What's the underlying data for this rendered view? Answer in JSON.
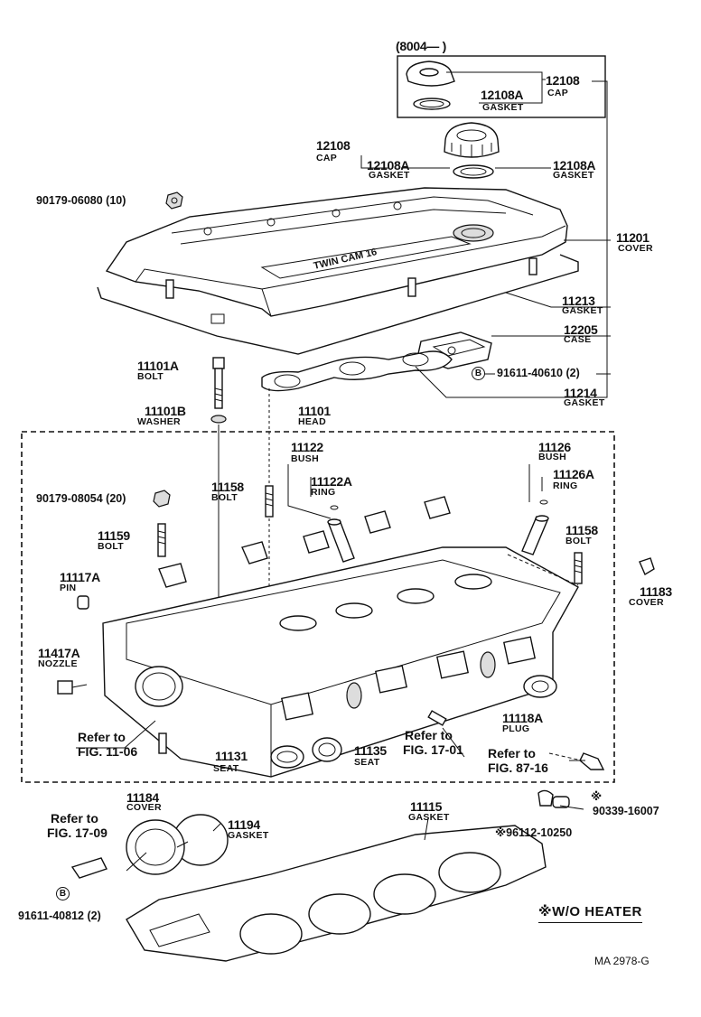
{
  "box_top": {
    "code": "(8004—      )"
  },
  "parts": {
    "p12108_top": {
      "no": "12108",
      "name": "CAP"
    },
    "p12108a_top": {
      "no": "12108A",
      "name": "GASKET"
    },
    "p12108_mid": {
      "no": "12108",
      "name": "CAP"
    },
    "p12108a_left": {
      "no": "12108A",
      "name": "GASKET"
    },
    "p12108a_right": {
      "no": "12108A",
      "name": "GASKET"
    },
    "p90179_06080": {
      "no": "90179-06080 (10)"
    },
    "p11201": {
      "no": "11201",
      "name": "COVER"
    },
    "p11213": {
      "no": "11213",
      "name": "GASKET"
    },
    "p12205": {
      "no": "12205",
      "name": "CASE"
    },
    "p91611_40610": {
      "circ": "B",
      "no": "91611-40610 (2)"
    },
    "p11214": {
      "no": "11214",
      "name": "GASKET"
    },
    "p11101a": {
      "no": "11101A",
      "name": "BOLT"
    },
    "p11101b": {
      "no": "11101B",
      "name": "WASHER"
    },
    "p11101": {
      "no": "11101",
      "name": "HEAD"
    },
    "p11122": {
      "no": "11122",
      "name": "BUSH"
    },
    "p11122a": {
      "no": "11122A",
      "name": "RING"
    },
    "p11126": {
      "no": "11126",
      "name": "BUSH"
    },
    "p11126a": {
      "no": "11126A",
      "name": "RING"
    },
    "p11158_left": {
      "no": "11158",
      "name": "BOLT"
    },
    "p11158_right": {
      "no": "11158",
      "name": "BOLT"
    },
    "p90179_08054": {
      "no": "90179-08054 (20)"
    },
    "p11159": {
      "no": "11159",
      "name": "BOLT"
    },
    "p11117a": {
      "no": "11117A",
      "name": "PIN"
    },
    "p11183": {
      "no": "11183",
      "name": "COVER"
    },
    "p11417a": {
      "no": "11417A",
      "name": "NOZZLE"
    },
    "p11118a": {
      "no": "11118A",
      "name": "PLUG"
    },
    "p11131": {
      "no": "11131",
      "name": "SEAT"
    },
    "p11135": {
      "no": "11135",
      "name": "SEAT"
    },
    "p11184": {
      "no": "11184",
      "name": "COVER"
    },
    "p11194": {
      "no": "11194",
      "name": "GASKET"
    },
    "p11115": {
      "no": "11115",
      "name": "GASKET"
    },
    "p90339_16007": {
      "mark": "※",
      "no": "90339-16007"
    },
    "p96112_10250": {
      "no": "※96112-10250"
    },
    "p91611_40812": {
      "circ": "B",
      "no": "91611-40812 (2)"
    }
  },
  "refs": {
    "r1106": {
      "line1": "Refer to",
      "line2": "FIG. 11-06"
    },
    "r1701": {
      "line1": "Refer to",
      "line2": "FIG. 17-01"
    },
    "r8716": {
      "line1": "Refer to",
      "line2": "FIG. 87-16"
    },
    "r1709": {
      "line1": "Refer to",
      "line2": "FIG. 17-09"
    }
  },
  "legend": "※W/O  HEATER",
  "code": "MA 2978-G",
  "engraving": "TWIN CAM 16"
}
